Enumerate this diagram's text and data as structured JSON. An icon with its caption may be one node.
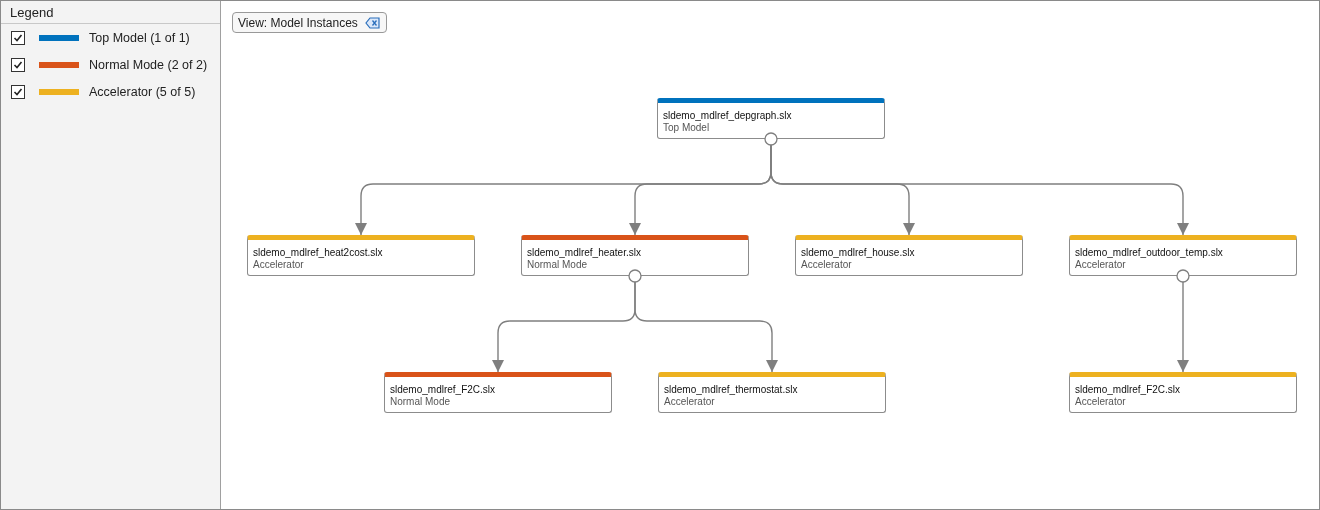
{
  "diagram": {
    "nodes": [
      {
        "text": [
          "sldemo_mdlref_depgraph.slx",
          "Top Model"
        ]
      },
      {
        "text": [
          "sldemo_mdlref_heat2cost.slx",
          "Accelerator"
        ]
      },
      {
        "text": [
          "sldemo_mdlref_heater.slx",
          "Normal Mode"
        ]
      },
      {
        "text": [
          "sldemo_mdlref_house.slx",
          "Accelerator"
        ]
      },
      {
        "text": [
          "sldemo_mdlref_outdoor_temp.slx",
          "Accelerator"
        ]
      },
      {
        "text": [
          "sldemo_mdlref_F2C.slx",
          "Normal Mode"
        ]
      },
      {
        "text": [
          "sldemo_mdlref_thermostat.slx",
          "Accelerator"
        ]
      },
      {
        "text": [
          "sldemo_mdlref_F2C.slx",
          "Accelerator"
        ]
      }
    ],
    "edges": [
      {
        "from": 0,
        "to": 1,
        "arrow": "to"
      },
      {
        "from": 0,
        "to": 2,
        "arrow": "to"
      },
      {
        "from": 0,
        "to": 3,
        "arrow": "to"
      },
      {
        "from": 0,
        "to": 4,
        "arrow": "to"
      },
      {
        "from": 2,
        "to": 5,
        "arrow": "to"
      },
      {
        "from": 2,
        "to": 6,
        "arrow": "to"
      },
      {
        "from": 4,
        "to": 7,
        "arrow": "to"
      }
    ],
    "labels": [
      "Legend",
      "View: Model Instances"
    ],
    "legend": [
      {
        "text": "Top Model (1 of 1)",
        "color": "#0072bd"
      },
      {
        "text": "Normal Mode (2 of 2)",
        "color": "#d95319"
      },
      {
        "text": "Accelerator (5 of 5)",
        "color": "#edb120"
      }
    ]
  }
}
